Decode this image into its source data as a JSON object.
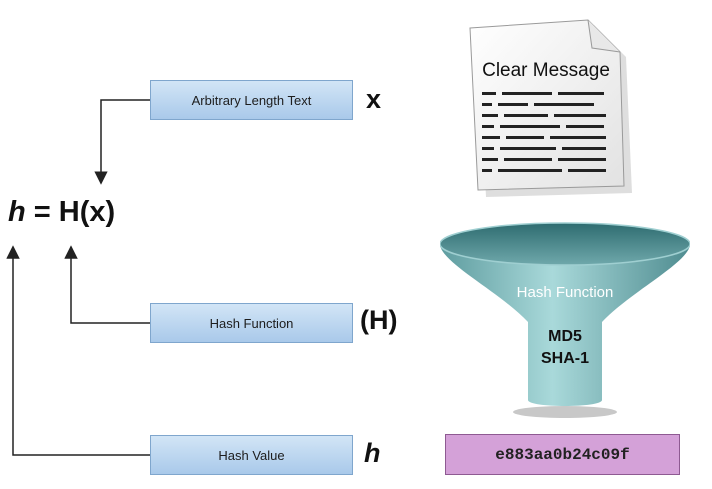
{
  "labels": {
    "arbitrary_text": "Arbitrary Length Text",
    "hash_function": "Hash Function",
    "hash_value": "Hash Value"
  },
  "variables": {
    "x": "x",
    "H": "(H)",
    "h": "h"
  },
  "formula": {
    "lhs": "h",
    "rhs": " = H(x)"
  },
  "document": {
    "title": "Clear Message"
  },
  "funnel": {
    "title": "Hash Function",
    "algorithms": [
      "MD5",
      "SHA-1"
    ]
  },
  "output": {
    "hash": "e883aa0b24c09f"
  }
}
